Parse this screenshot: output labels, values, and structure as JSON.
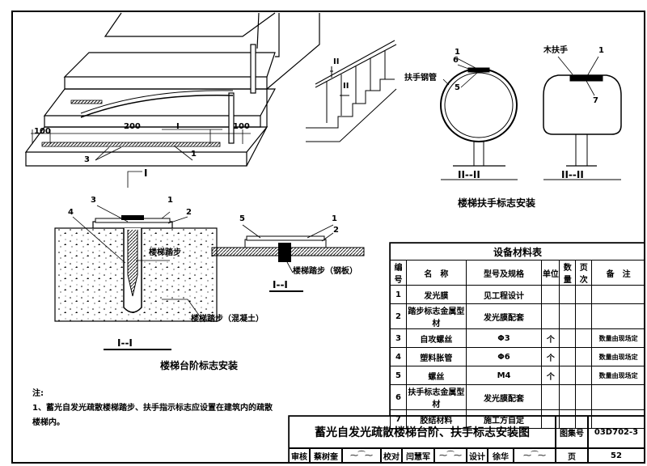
{
  "stair_view": {
    "dim_left": "100",
    "dim_mid": "200",
    "dim_right": "100",
    "callout_roman": "I",
    "callout_3": "3",
    "callout_1": "1",
    "section_mark": "I"
  },
  "handrail_sketch": {
    "mark_top": "II",
    "mark_mid": "II"
  },
  "steel_pipe_section": {
    "label": "扶手钢管",
    "n1": "1",
    "n6": "6",
    "n5": "5",
    "section": "II--II"
  },
  "wood_section": {
    "label": "木扶手",
    "n1": "1",
    "n7": "7",
    "section": "II--II"
  },
  "handrail_caption": "楼梯扶手标志安装",
  "concrete_detail": {
    "n3": "3",
    "n1": "1",
    "n2": "2",
    "n4": "4",
    "step_label": "楼梯踏步",
    "concrete_label": "楼梯踏步（混凝土）",
    "section": "I--I",
    "caption": "楼梯台阶标志安装"
  },
  "steel_detail": {
    "n5": "5",
    "n1": "1",
    "n2": "2",
    "label": "楼梯踏步（钢板）",
    "section": "I--I"
  },
  "table": {
    "title": "设备材料表",
    "headers": [
      "编号",
      "名　称",
      "型号及规格",
      "单位",
      "数量",
      "页次",
      "备　注"
    ],
    "rows": [
      [
        "1",
        "发光膜",
        "见工程设计",
        "",
        "",
        "",
        ""
      ],
      [
        "2",
        "踏步标志金属型材",
        "发光膜配套",
        "",
        "",
        "",
        ""
      ],
      [
        "3",
        "自攻螺丝",
        "Φ3",
        "个",
        "",
        "",
        "数量由现场定"
      ],
      [
        "4",
        "塑料胀管",
        "Φ6",
        "个",
        "",
        "",
        "数量由现场定"
      ],
      [
        "5",
        "螺丝",
        "M4",
        "个",
        "",
        "",
        "数量由现场定"
      ],
      [
        "6",
        "扶手标志金属型材",
        "发光膜配套",
        "",
        "",
        "",
        ""
      ],
      [
        "7",
        "胶结材料",
        "施工方自定",
        "",
        "",
        "",
        ""
      ]
    ]
  },
  "notes": {
    "heading": "注:",
    "line1": "1、蓄光自发光疏散楼梯踏步、扶手指示标志应设置在建筑内的疏散",
    "line2": "楼梯内。"
  },
  "title_block": {
    "title": "蓄光自发光疏散楼梯台阶、扶手标志安装图",
    "atlas_label": "图集号",
    "atlas_no": "03D702-3",
    "review": "审核",
    "reviewer": "蔡树奎",
    "check": "校对",
    "checker": "闫慧军",
    "design": "设计",
    "designer": "徐华",
    "page_label": "页",
    "page_no": "52"
  }
}
